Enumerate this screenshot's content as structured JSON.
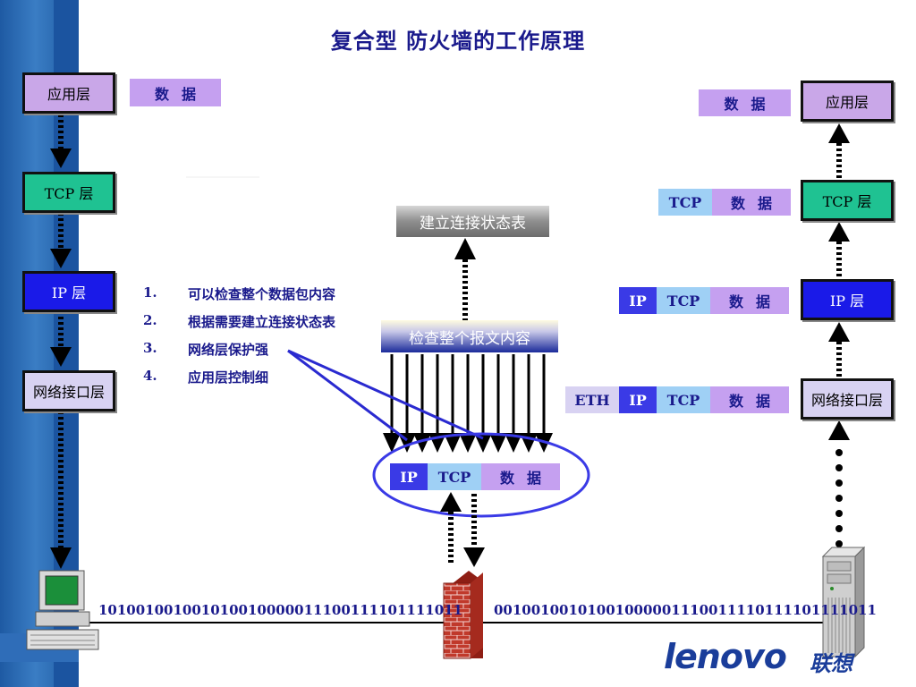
{
  "title": "复合型 防火墙的工作原理",
  "left_stack": {
    "app": "应用层",
    "tcp": "TCP 层",
    "ip": "IP 层",
    "net": "网络接口层"
  },
  "right_stack": {
    "app": "应用层",
    "tcp": "TCP 层",
    "ip": "IP 层",
    "net": "网络接口层"
  },
  "segments": {
    "data": "数据",
    "tcp": "TCP",
    "ip": "IP",
    "eth": "ETH"
  },
  "features": [
    {
      "num": "1.",
      "text": "可以检查整个数据包内容"
    },
    {
      "num": "2.",
      "text": "根据需要建立连接状态表"
    },
    {
      "num": "3.",
      "text": "网络层保护强"
    },
    {
      "num": "4.",
      "text": "应用层控制细"
    }
  ],
  "state_table_label": "建立连接状态表",
  "inspect_label": "检查整个报文内容",
  "bits_left": "101001001001010010000011100111101111011",
  "bits_right": "00100100101001000001110011110111101111011",
  "logo": "lenovo",
  "logo_cn": "联想",
  "colors": {
    "title": "#1a1a8c",
    "sidebar": "#1e5aa3",
    "lilac": "#c9a7e8",
    "green": "#1fc292",
    "ip_blue": "#1a1ae8",
    "ellipse": "#3a3ae6",
    "firewall": "#c0392b"
  }
}
